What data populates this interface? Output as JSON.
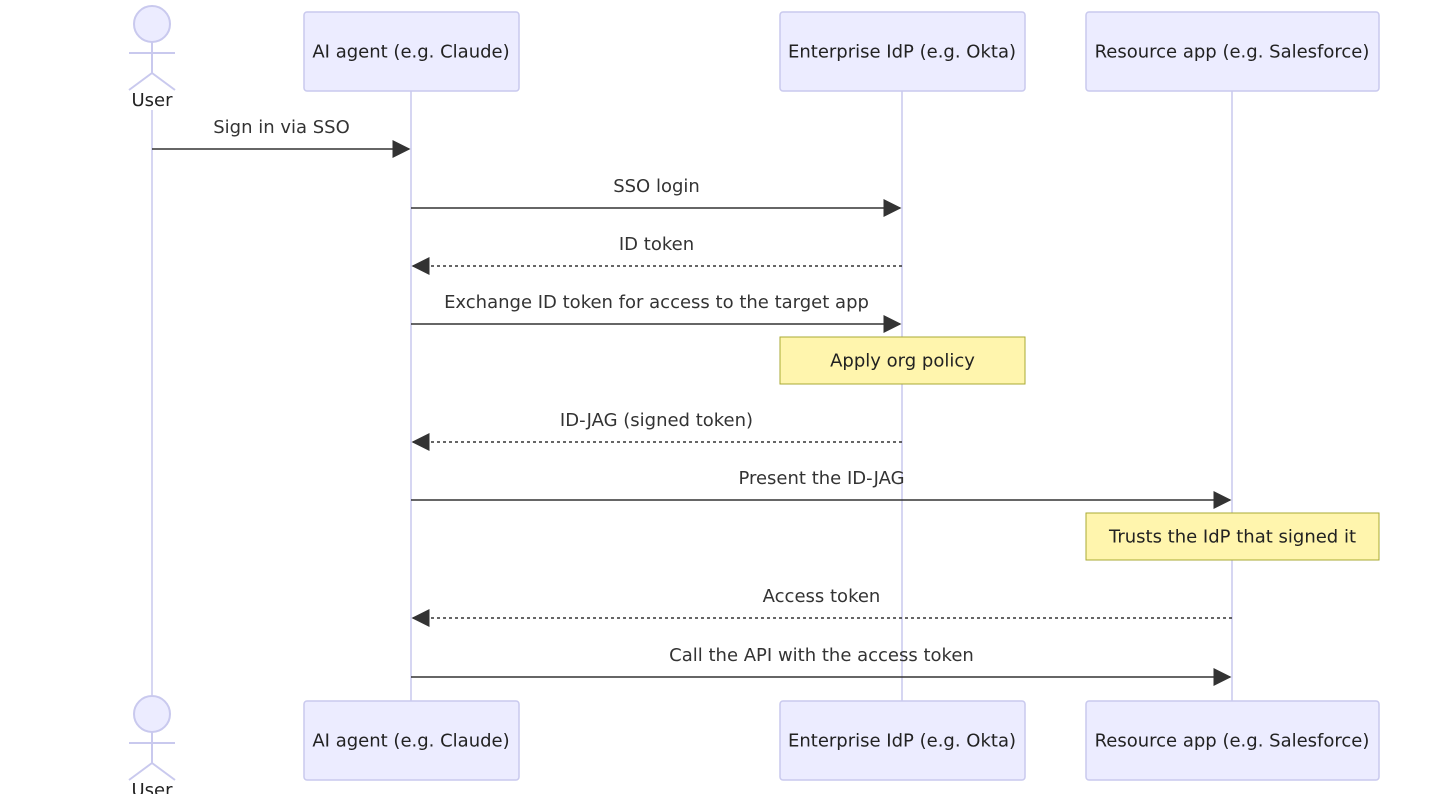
{
  "participants": [
    {
      "id": "user",
      "kind": "actor",
      "label": "User"
    },
    {
      "id": "agent",
      "kind": "box",
      "label": "AI agent (e.g. Claude)"
    },
    {
      "id": "idp",
      "kind": "box",
      "label": "Enterprise IdP (e.g. Okta)"
    },
    {
      "id": "app",
      "kind": "box",
      "label": "Resource app (e.g. Salesforce)"
    }
  ],
  "messages": [
    {
      "from": "user",
      "to": "agent",
      "label": "Sign in via SSO",
      "style": "solid"
    },
    {
      "from": "agent",
      "to": "idp",
      "label": "SSO login",
      "style": "solid"
    },
    {
      "from": "idp",
      "to": "agent",
      "label": "ID token",
      "style": "dashed"
    },
    {
      "from": "agent",
      "to": "idp",
      "label": "Exchange ID token for access to the target app",
      "style": "solid"
    },
    {
      "from": "idp",
      "to": "agent",
      "label": "ID-JAG (signed token)",
      "style": "dashed"
    },
    {
      "from": "agent",
      "to": "app",
      "label": "Present the ID-JAG",
      "style": "solid"
    },
    {
      "from": "app",
      "to": "agent",
      "label": "Access token",
      "style": "dashed"
    },
    {
      "from": "agent",
      "to": "app",
      "label": "Call the API with the access token",
      "style": "solid"
    }
  ],
  "notes": [
    {
      "over": "idp",
      "label": "Apply org policy"
    },
    {
      "over": "app",
      "label": "Trusts the IdP that signed it"
    }
  ],
  "colors": {
    "box_fill": "#ECECFF",
    "box_stroke": "#C9C9EE",
    "lifeline": "#D6D6F2",
    "arrow": "#333333",
    "note_fill": "#FFF5AD",
    "note_stroke": "#AAAA33"
  }
}
